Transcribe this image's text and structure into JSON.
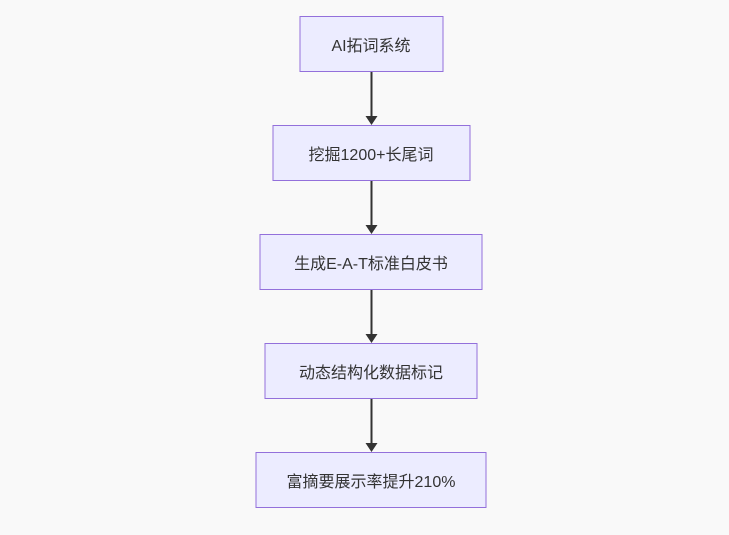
{
  "diagram": {
    "type": "flowchart",
    "direction": "top-down",
    "background_color": "#f9f9f9",
    "node_fill_color": "#ECECFF",
    "node_border_color": "#9370DB",
    "arrow_color": "#333333",
    "text_color": "#333333",
    "nodes": [
      {
        "label": "AI拓词系统"
      },
      {
        "label": "挖掘1200+长尾词"
      },
      {
        "label": "生成E-A-T标准白皮书"
      },
      {
        "label": "动态结构化数据标记"
      },
      {
        "label": "富摘要展示率提升210%"
      }
    ],
    "edges": [
      {
        "from": "AI拓词系统",
        "to": "挖掘1200+长尾词"
      },
      {
        "from": "挖掘1200+长尾词",
        "to": "生成E-A-T标准白皮书"
      },
      {
        "from": "生成E-A-T标准白皮书",
        "to": "动态结构化数据标记"
      },
      {
        "from": "动态结构化数据标记",
        "to": "富摘要展示率提升210%"
      }
    ]
  }
}
